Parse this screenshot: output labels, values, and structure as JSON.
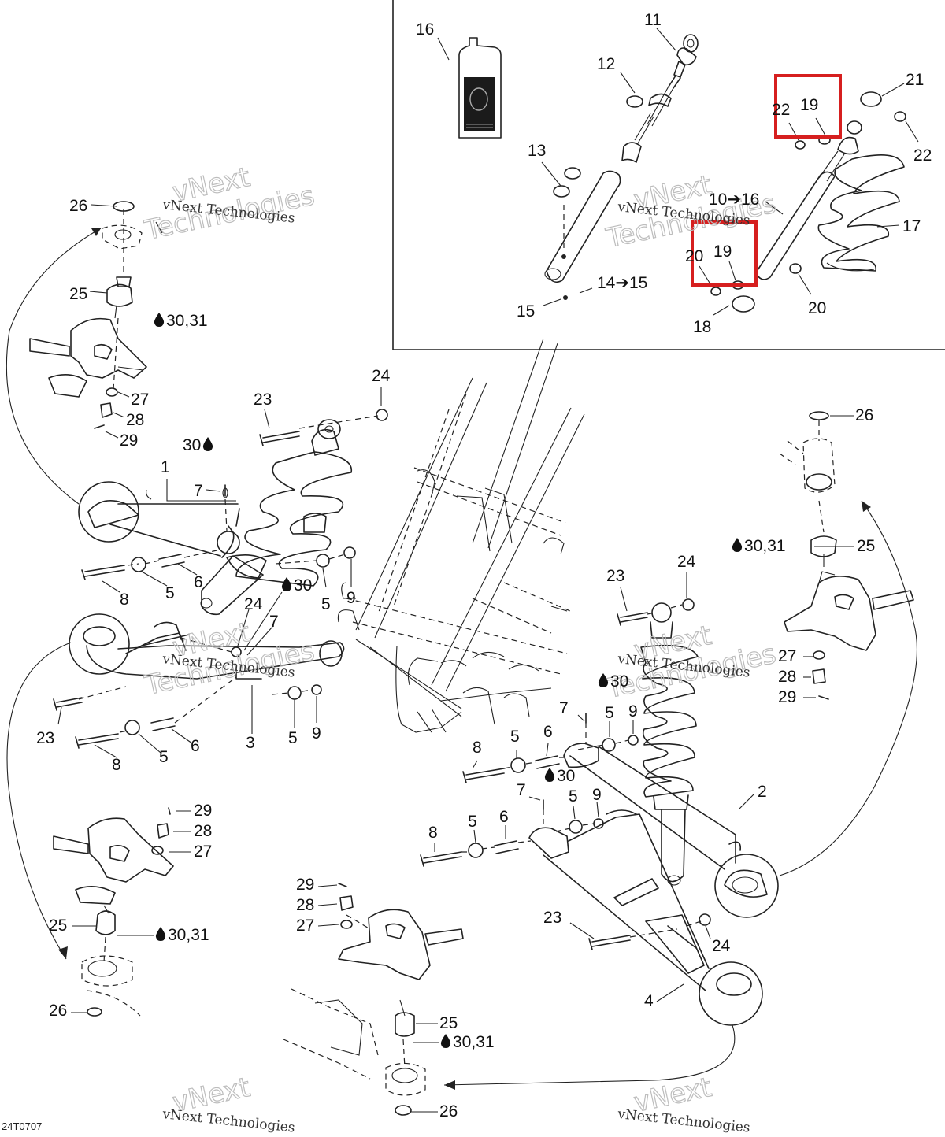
{
  "diagram": {
    "reference_code": "24T0707",
    "watermark": {
      "line1": "vNext",
      "line2": "Technologies",
      "small": "vNext Technologies"
    },
    "highlight_color": "#d61f1f",
    "callouts": [
      {
        "id": "c16",
        "text": "16"
      },
      {
        "id": "c11",
        "text": "11"
      },
      {
        "id": "c12",
        "text": "12"
      },
      {
        "id": "c21",
        "text": "21"
      },
      {
        "id": "c22a",
        "text": "22"
      },
      {
        "id": "c19a",
        "text": "19"
      },
      {
        "id": "c22b",
        "text": "22"
      },
      {
        "id": "c13",
        "text": "13"
      },
      {
        "id": "c10",
        "text": "10➔16"
      },
      {
        "id": "c17",
        "text": "17"
      },
      {
        "id": "c20a",
        "text": "20"
      },
      {
        "id": "c19b",
        "text": "19"
      },
      {
        "id": "c14",
        "text": "14➔15"
      },
      {
        "id": "c15",
        "text": "15"
      },
      {
        "id": "c20b",
        "text": "20"
      },
      {
        "id": "c18",
        "text": "18"
      },
      {
        "id": "c26a",
        "text": "26"
      },
      {
        "id": "c25a",
        "text": "25"
      },
      {
        "id": "c3031a",
        "text": "30,31"
      },
      {
        "id": "c27a",
        "text": "27"
      },
      {
        "id": "c28a",
        "text": "28"
      },
      {
        "id": "c29a",
        "text": "29"
      },
      {
        "id": "c24a",
        "text": "24"
      },
      {
        "id": "c23a",
        "text": "23"
      },
      {
        "id": "c30a",
        "text": "30"
      },
      {
        "id": "c1",
        "text": "1"
      },
      {
        "id": "c7a",
        "text": "7"
      },
      {
        "id": "c8a",
        "text": "8"
      },
      {
        "id": "c5a",
        "text": "5"
      },
      {
        "id": "c6a",
        "text": "6"
      },
      {
        "id": "c30b",
        "text": "30"
      },
      {
        "id": "c5b",
        "text": "5"
      },
      {
        "id": "c9a",
        "text": "9"
      },
      {
        "id": "c24b",
        "text": "24"
      },
      {
        "id": "c7b",
        "text": "7"
      },
      {
        "id": "c23b",
        "text": "23"
      },
      {
        "id": "c5c",
        "text": "5"
      },
      {
        "id": "c9b",
        "text": "9"
      },
      {
        "id": "c3",
        "text": "3"
      },
      {
        "id": "c8b",
        "text": "8"
      },
      {
        "id": "c5d",
        "text": "5"
      },
      {
        "id": "c6b",
        "text": "6"
      },
      {
        "id": "c26b",
        "text": "26"
      },
      {
        "id": "c3031b",
        "text": "30,31"
      },
      {
        "id": "c25b",
        "text": "25"
      },
      {
        "id": "c27b",
        "text": "27"
      },
      {
        "id": "c28b",
        "text": "28"
      },
      {
        "id": "c29b",
        "text": "29"
      },
      {
        "id": "c23c",
        "text": "23"
      },
      {
        "id": "c24c",
        "text": "24"
      },
      {
        "id": "c30c",
        "text": "30"
      },
      {
        "id": "c7c",
        "text": "7"
      },
      {
        "id": "c5e",
        "text": "5"
      },
      {
        "id": "c9c",
        "text": "9"
      },
      {
        "id": "c8c",
        "text": "8"
      },
      {
        "id": "c5f",
        "text": "5"
      },
      {
        "id": "c6c",
        "text": "6"
      },
      {
        "id": "c2",
        "text": "2"
      },
      {
        "id": "c30d",
        "text": "30"
      },
      {
        "id": "c7d",
        "text": "7"
      },
      {
        "id": "c5g",
        "text": "5"
      },
      {
        "id": "c9d",
        "text": "9"
      },
      {
        "id": "c8d",
        "text": "8"
      },
      {
        "id": "c5h",
        "text": "5"
      },
      {
        "id": "c6d",
        "text": "6"
      },
      {
        "id": "c29c",
        "text": "29"
      },
      {
        "id": "c28c",
        "text": "28"
      },
      {
        "id": "c27c",
        "text": "27"
      },
      {
        "id": "c25c",
        "text": "25"
      },
      {
        "id": "c3031c",
        "text": "30,31"
      },
      {
        "id": "c26c",
        "text": "26"
      },
      {
        "id": "c29d",
        "text": "29"
      },
      {
        "id": "c28d",
        "text": "28"
      },
      {
        "id": "c27d",
        "text": "27"
      },
      {
        "id": "c23d",
        "text": "23"
      },
      {
        "id": "c24d",
        "text": "24"
      },
      {
        "id": "c4",
        "text": "4"
      },
      {
        "id": "c25d",
        "text": "25"
      },
      {
        "id": "c3031d",
        "text": "30,31"
      },
      {
        "id": "c26d",
        "text": "26"
      }
    ]
  }
}
